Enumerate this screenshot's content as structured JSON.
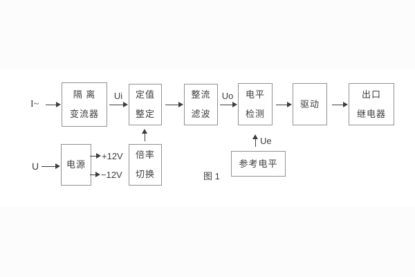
{
  "figure": {
    "caption": "图 1",
    "background_color": "#fcfcfc",
    "band_color": "#ffffff",
    "border_color": "#909090",
    "text_color": "#3d3d3d"
  },
  "blocks": [
    {
      "id": "isolation-transformer",
      "line1": "隔 离",
      "line2": "变流器"
    },
    {
      "id": "setpoint-setting",
      "line1": "定值",
      "line2": "整定"
    },
    {
      "id": "rectify-filter",
      "line1": "整流",
      "line2": "滤波"
    },
    {
      "id": "level-detection",
      "line1": "电平",
      "line2": "检测"
    },
    {
      "id": "drive",
      "line1": "驱动",
      "line2": ""
    },
    {
      "id": "output-relay",
      "line1": "出口",
      "line2": "继电器"
    },
    {
      "id": "power-supply",
      "line1": "电源",
      "line2": ""
    },
    {
      "id": "ratio-switching",
      "line1": "倍率",
      "line2": "切换"
    },
    {
      "id": "reference-level",
      "line1": "参考电平",
      "line2": ""
    }
  ],
  "signals": {
    "input_current": "I~",
    "input_voltage": "U",
    "ui": "Ui",
    "uo": "Uo",
    "ue": "Ue",
    "plus12": "+12V",
    "minus12": "−12V"
  }
}
